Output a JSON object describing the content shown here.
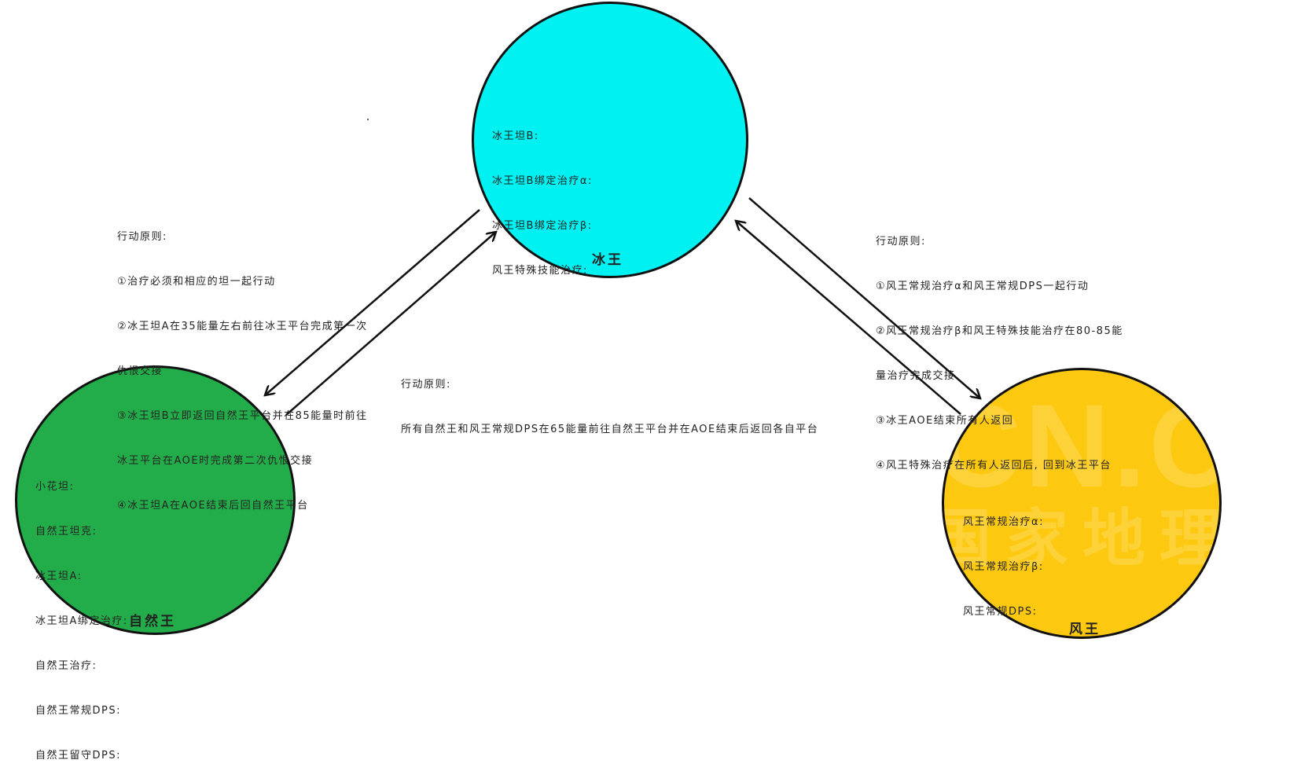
{
  "nodes": {
    "ice": {
      "title": "冰王",
      "color": "#00f1f1",
      "lines": [
        "冰王坦B:",
        "冰王坦B绑定治疗α:",
        "冰王坦B绑定治疗β:",
        "风王特殊技能治疗:"
      ]
    },
    "nature": {
      "title": "自然王",
      "color": "#22ad4a",
      "lines": [
        "小花坦:",
        "自然王坦克:",
        "冰王坦A:",
        "冰王坦A绑定治疗:",
        "自然王治疗:",
        "自然王常规DPS:",
        "自然王留守DPS:"
      ]
    },
    "wind": {
      "title": "风王",
      "color": "#fdc810",
      "lines": [
        "风王常规治疗α:",
        "风王常规治疗β:",
        "风王常规DPS:"
      ]
    }
  },
  "rules": {
    "left": [
      "行动原则:",
      "①治疗必须和相应的坦一起行动",
      "②冰王坦A在35能量左右前往冰王平台完成第一次",
      "仇恨交接",
      "③冰王坦B立即返回自然王平台并在85能量时前往",
      "冰王平台在AOE时完成第二次仇恨交接",
      "④冰王坦A在AOE结束后回自然王平台"
    ],
    "right": [
      "行动原则:",
      "①风王常规治疗α和风王常规DPS一起行动",
      "②风王常规治疗β和风王特殊技能治疗在80-85能",
      "量治疗完成交接",
      "③冰王AOE结束所有人返回",
      "④风王特殊治疗在所有人返回后, 回到冰王平台"
    ],
    "middle": [
      "行动原则:",
      "所有自然王和风王常规DPS在65能量前往自然王平台并在AOE结束后返回各自平台"
    ]
  },
  "watermark": {
    "line1": "CN.CO",
    "line2": "国家地理"
  }
}
